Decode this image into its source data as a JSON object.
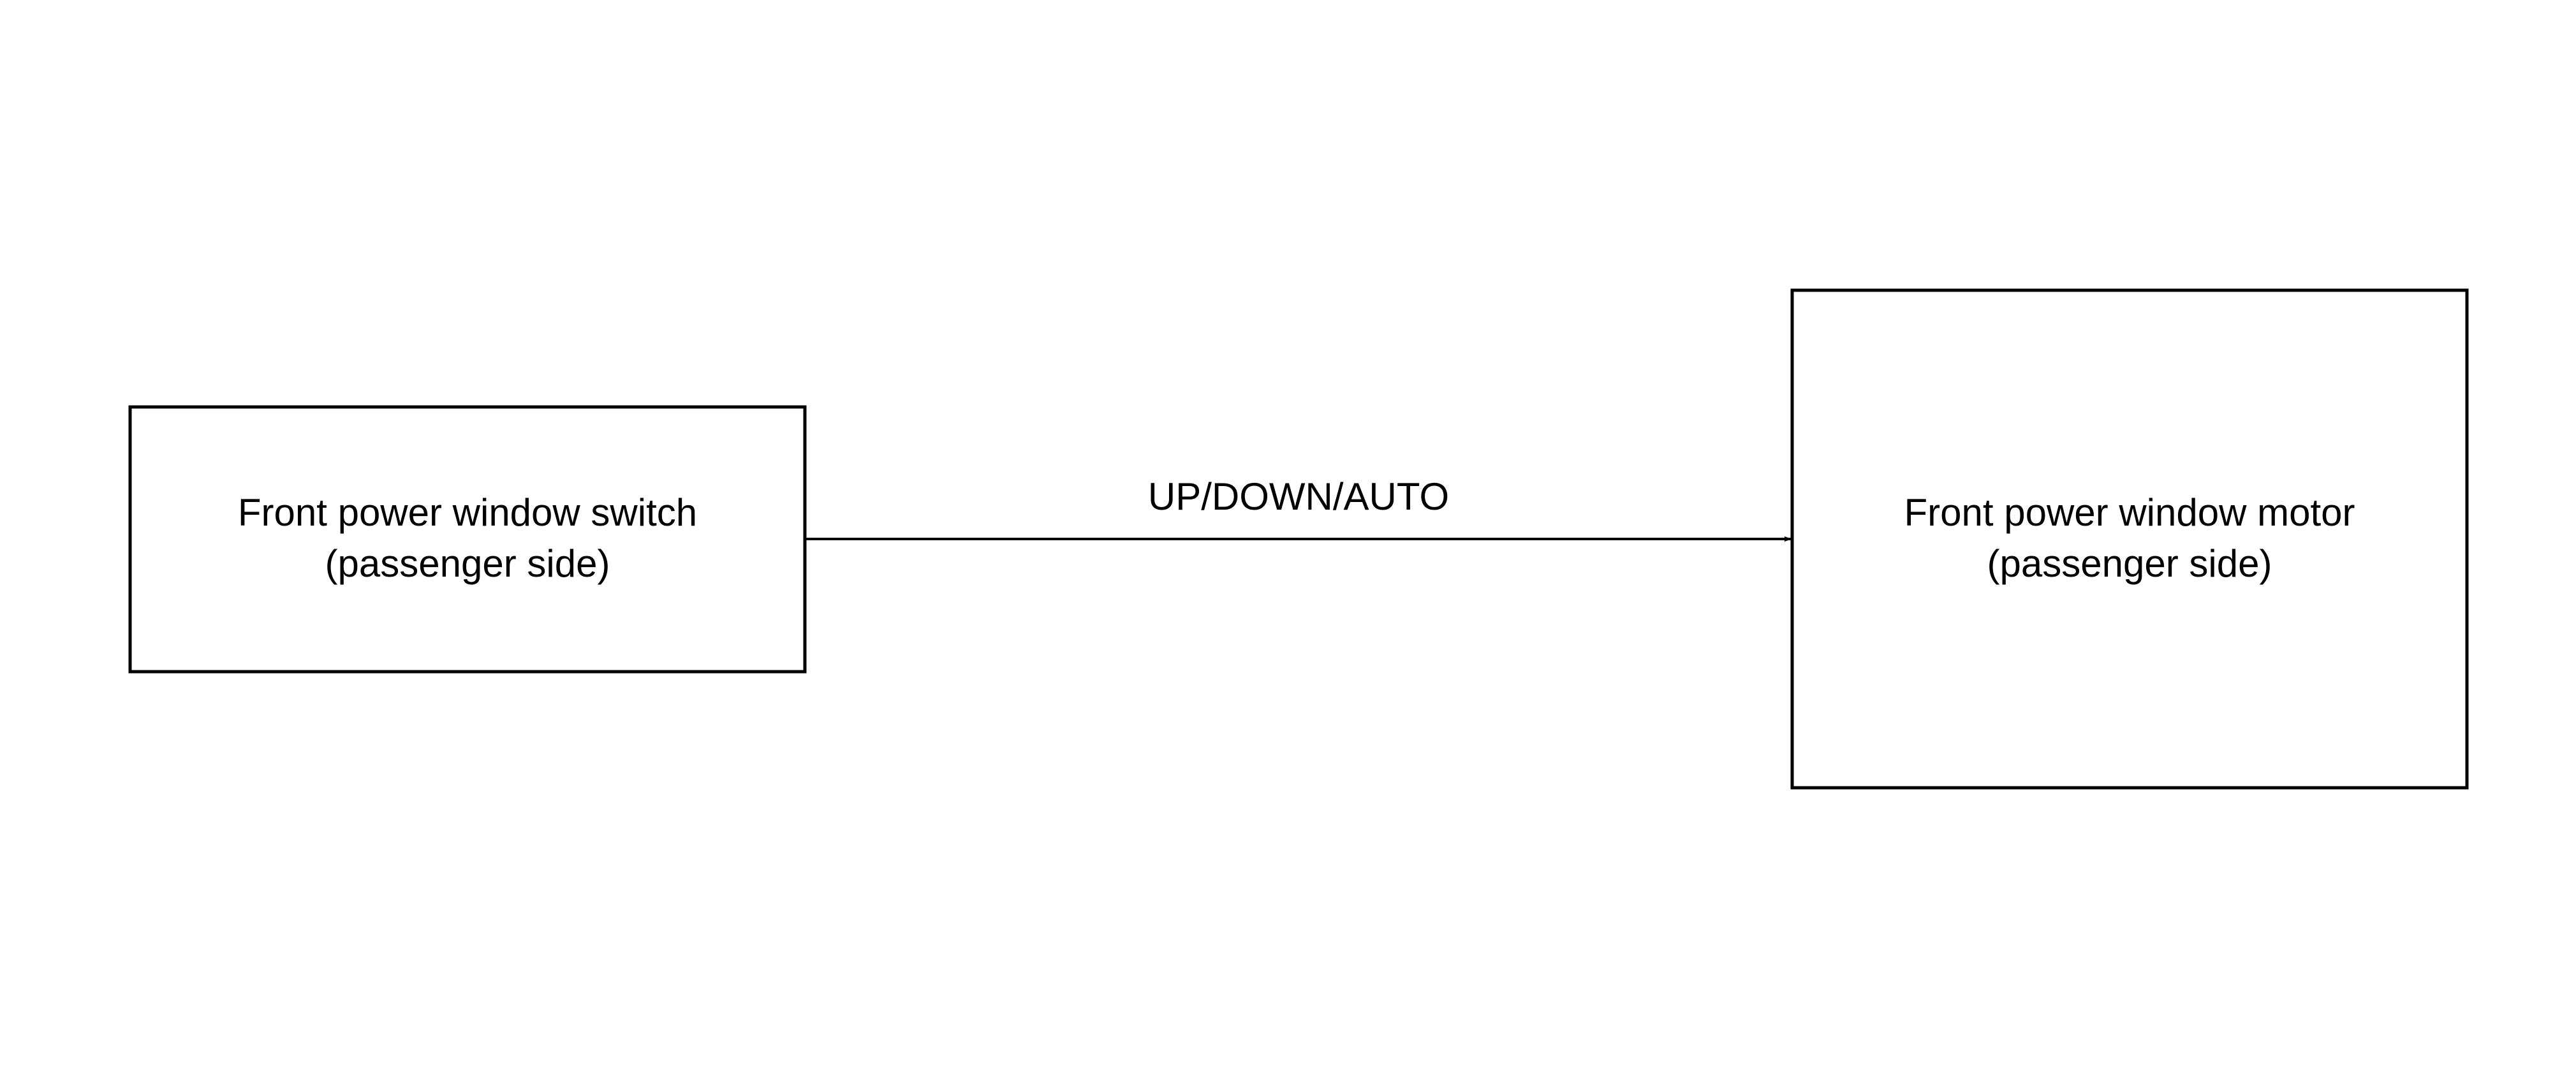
{
  "diagram": {
    "nodes": [
      {
        "id": "switch",
        "line1": "Front power window switch",
        "line2": "(passenger side)"
      },
      {
        "id": "motor",
        "line1": "Front power window motor",
        "line2": "(passenger side)"
      }
    ],
    "edges": [
      {
        "from": "switch",
        "to": "motor",
        "label": "UP/DOWN/AUTO"
      }
    ],
    "colors": {
      "stroke": "#000000",
      "background": "#ffffff",
      "text": "#000000"
    }
  }
}
